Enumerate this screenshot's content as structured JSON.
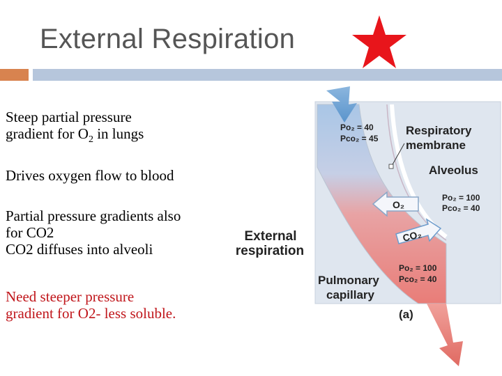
{
  "slide": {
    "title": "External Respiration"
  },
  "body": {
    "p1_line1": "Steep partial pressure",
    "p1_line2_pre": "gradient for O",
    "p1_line2_sub": "2",
    "p1_line2_post": " in lungs",
    "p2": "Drives oxygen flow to blood",
    "p3_line1": "Partial pressure gradients also",
    "p3_line2": "for CO2",
    "p3_line3": "CO2 diffuses into alveoli",
    "p4_line1": "Need steeper pressure",
    "p4_line2": "gradient for O2- less soluble."
  },
  "diagram": {
    "side_label_line1": "External",
    "side_label_line2": "respiration",
    "top_po2": "Po₂ = 40",
    "top_pco2": "Pco₂ = 45",
    "respiratory_line1": "Respiratory",
    "respiratory_line2": "membrane",
    "alveolus": "Alveolus",
    "alv_po2": "Po₂ = 100",
    "alv_pco2": "Pco₂ = 40",
    "o2_label": "O₂",
    "co2_label": "CO₂",
    "bot_po2": "Po₂ = 100",
    "bot_pco2": "Pco₂ = 40",
    "pulmonary_line1": "Pulmonary",
    "pulmonary_line2": "capillary",
    "panel_label": "(a)"
  },
  "colors": {
    "title": "#555555",
    "accent_orange": "#d8834f",
    "accent_blue": "#b6c6dc",
    "star": "#e8151b",
    "red_text": "#c0161b",
    "alveolus_bg": "#dfe6ef",
    "vessel_blue": "#a9c6e6",
    "vessel_red": "#e97d78"
  },
  "icons": {
    "star": "red-star-icon"
  }
}
